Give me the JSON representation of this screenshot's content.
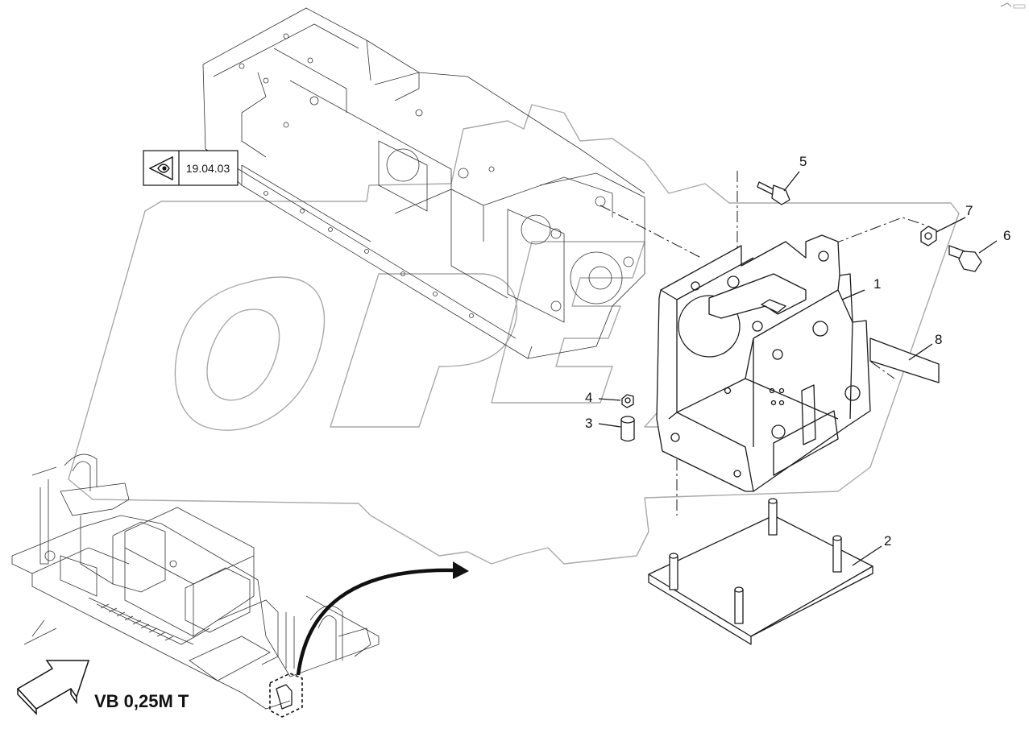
{
  "diagram": {
    "reference_box": {
      "icon": "eye-icon",
      "code": "19.04.03"
    },
    "callouts": [
      {
        "id": "1",
        "label": "1"
      },
      {
        "id": "2",
        "label": "2"
      },
      {
        "id": "3",
        "label": "3"
      },
      {
        "id": "4",
        "label": "4"
      },
      {
        "id": "5",
        "label": "5"
      },
      {
        "id": "6",
        "label": "6"
      },
      {
        "id": "7",
        "label": "7"
      },
      {
        "id": "8",
        "label": "8"
      }
    ],
    "view_label": "VB 0,25M T",
    "watermark": "OPEX"
  }
}
